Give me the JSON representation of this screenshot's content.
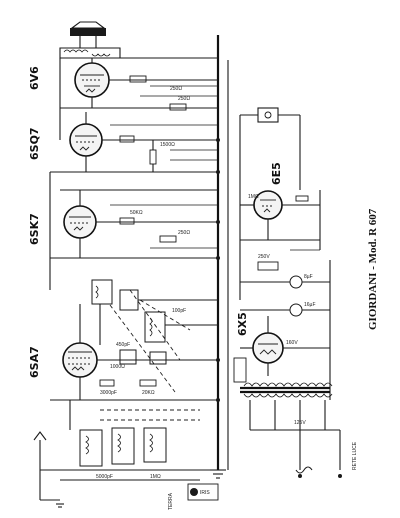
{
  "title": "GIORDANI - Mod. R 607",
  "tubes": {
    "t1": "6V6",
    "t2": "6SQ7",
    "t3": "6SK7",
    "t4": "6SA7",
    "t5": "6E5",
    "t6": "6X5"
  },
  "labels": {
    "ohm_250a": "250Ω",
    "ohm_250b": "250Ω",
    "ohm_250c": "250Ω",
    "ohm_1500": "1500Ω",
    "ohm_1000": "1000Ω",
    "pf_450": "450pF",
    "pf_100": "100pF",
    "pf_3000": "3000pF",
    "pf_5000": "5000pF",
    "k_50": "50KΩ",
    "k_20": "20KΩ",
    "meg_1": "1MΩ",
    "volt_250": "250V",
    "volt_160": "160V",
    "volt_125": "125V",
    "ac_line": "RETE LUCE",
    "mf_8": "8µF",
    "mf_16": "16µF",
    "gnd_note": "TERRA",
    "stamp": "IRIS"
  },
  "colors": {
    "ink": "#1a1a1a",
    "paper": "#ffffff"
  }
}
